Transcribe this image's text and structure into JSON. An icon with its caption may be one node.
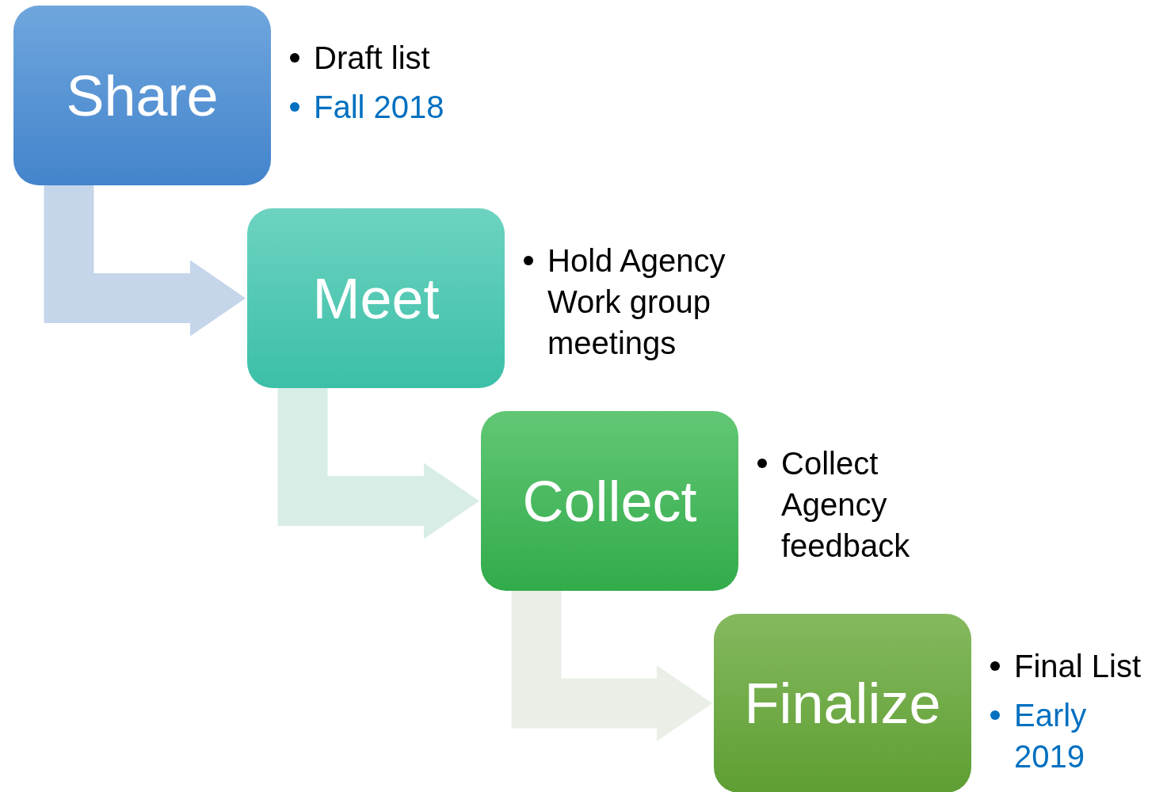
{
  "diagram": {
    "nodes": [
      {
        "text": [
          "Share"
        ],
        "beside": [
          "Draft list",
          "Fall 2018"
        ]
      },
      {
        "text": [
          "Meet"
        ],
        "beside": [
          "Hold Agency Work group meetings"
        ]
      },
      {
        "text": [
          "Collect"
        ],
        "beside": [
          "Collect Agency feedback"
        ]
      },
      {
        "text": [
          "Finalize"
        ],
        "beside": [
          "Final List",
          "Early 2019"
        ]
      }
    ],
    "edges": [
      {
        "from": 0,
        "to": 1,
        "arrow": "to",
        "color": "#c5d5ea"
      },
      {
        "from": 1,
        "to": 2,
        "arrow": "to",
        "color": "#d8ede5"
      },
      {
        "from": 2,
        "to": 3,
        "arrow": "to",
        "color": "#e9efe6"
      }
    ]
  }
}
